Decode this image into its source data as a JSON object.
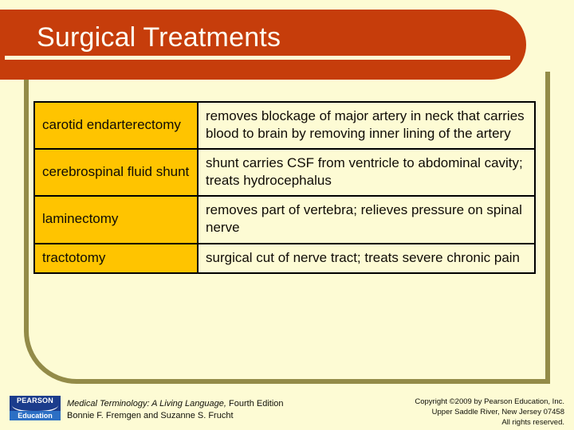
{
  "slide": {
    "title": "Surgical Treatments",
    "colors": {
      "background": "#FDFBD4",
      "title_bar": "#C63D0B",
      "title_text": "#FFFFF2",
      "term_cell": "#FFC400",
      "frame_olive": "#938B48",
      "table_border": "#000000",
      "logo_navy": "#1B3C8C",
      "logo_blue": "#2C6FC4"
    }
  },
  "table": {
    "rows": [
      {
        "term": "carotid endarterectomy",
        "definition": "removes blockage of major artery in neck that carries blood to brain by removing inner lining of the artery"
      },
      {
        "term": "cerebrospinal fluid shunt",
        "definition": "shunt carries CSF from ventricle to abdominal cavity; treats hydrocephalus"
      },
      {
        "term": "laminectomy",
        "definition": "removes part of vertebra; relieves pressure on spinal nerve"
      },
      {
        "term": "tractotomy",
        "definition": "surgical cut of nerve tract; treats severe chronic pain"
      }
    ]
  },
  "footer": {
    "logo": {
      "brand": "PEARSON",
      "division": "Education"
    },
    "book_title": "Medical Terminology: A Living Language,",
    "edition": " Fourth Edition",
    "authors": "Bonnie F. Fremgen and Suzanne S. Frucht",
    "copyright_line1": "Copyright ©2009 by Pearson Education, Inc.",
    "copyright_line2": "Upper Saddle River, New Jersey 07458",
    "copyright_line3": "All rights reserved."
  }
}
